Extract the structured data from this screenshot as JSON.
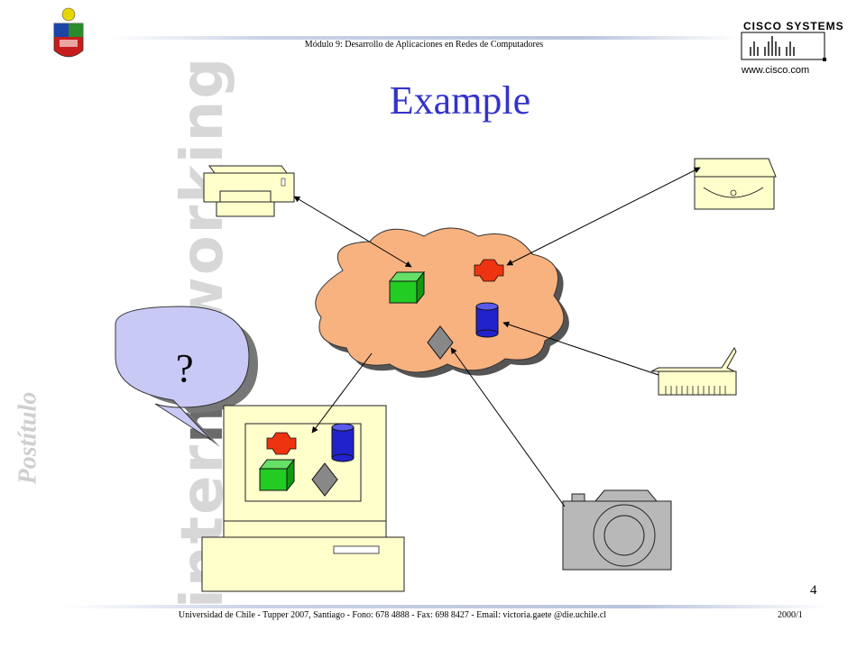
{
  "header": {
    "course_title": "Módulo 9: Desarrollo de Aplicaciones en Redes de Computadores"
  },
  "footer": {
    "address": "Universidad de Chile - Tupper 2007, Santiago - Fono: 678 4888 - Fax: 698 8427 - Email: victoria.gaete @die.uchile.cl",
    "year": "2000/1"
  },
  "slide": {
    "title": "Example",
    "page_number": "4"
  },
  "branding": {
    "cisco_name": "CISCO SYSTEMS",
    "cisco_url": "www.cisco.com",
    "side_word_start": "inter",
    "side_word_mid": "net",
    "side_word_end": "working",
    "side_word_prefix": "Postítulo"
  },
  "diagram": {
    "bubble_text": "?",
    "icons": [
      "printer-icon",
      "cd-drive-icon",
      "scanner-icon",
      "camera-icon",
      "computer-icon",
      "cloud-icon"
    ],
    "colors": {
      "cloud": "#f8b27f",
      "device": "#ffffcc",
      "bubble": "#c9c9f5",
      "green": "#22cc22",
      "red": "#ee3311",
      "blue": "#2222cc",
      "gray": "#888888",
      "title": "#3333cc"
    }
  }
}
